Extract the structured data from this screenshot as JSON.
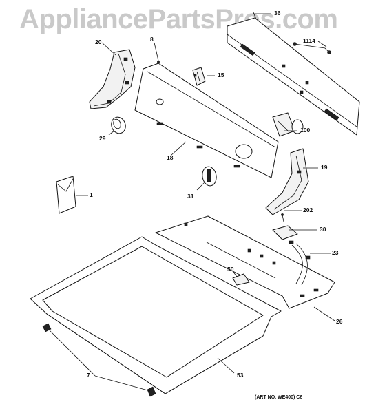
{
  "watermark": "AppliancePartsPros.com",
  "art_number": "(ART NO. WE400) C6",
  "callouts": {
    "p36": "36",
    "p1114": "1114",
    "p20": "20",
    "p8": "8",
    "p15": "15",
    "p100": "100",
    "p29": "29",
    "p18": "18",
    "p19": "19",
    "p31": "31",
    "p1": "1",
    "p202": "202",
    "p30": "30",
    "p23": "23",
    "p50": "50",
    "p26": "26",
    "p7": "7",
    "p53": "53"
  }
}
